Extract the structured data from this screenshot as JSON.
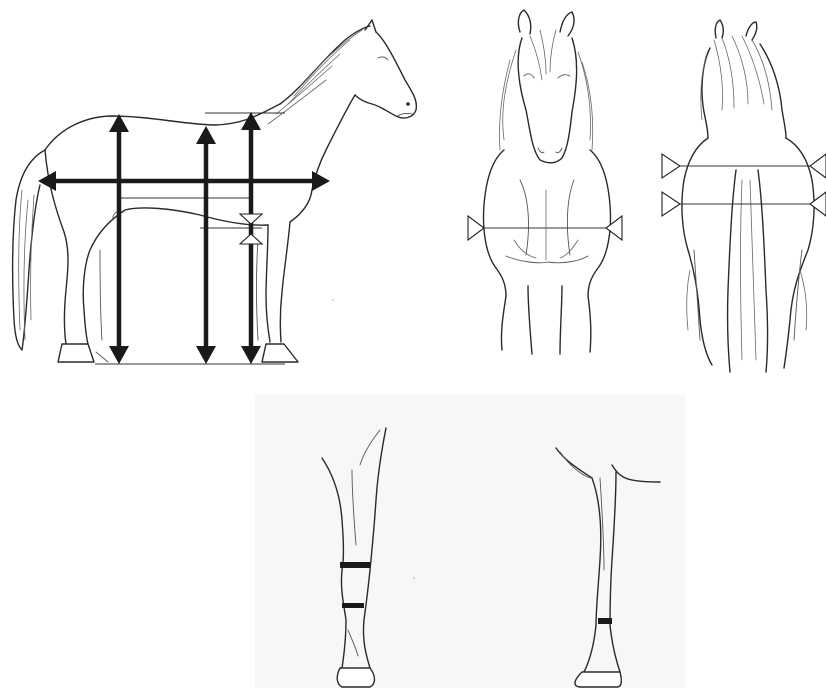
{
  "figure": {
    "panels": [
      {
        "id": "side-view",
        "measurements": [
          "body-length",
          "wither-height",
          "back-height",
          "chest-depth",
          "girth-at-elbow"
        ]
      },
      {
        "id": "front-view",
        "measurements": [
          "chest-width"
        ]
      },
      {
        "id": "rear-view",
        "measurements": [
          "hip-width",
          "thigh-width"
        ]
      },
      {
        "id": "foreleg-front",
        "measurements": [
          "cannon-circumference",
          "fetlock-circumference"
        ]
      },
      {
        "id": "foreleg-side",
        "measurements": [
          "pastern-circumference"
        ]
      }
    ],
    "colors": {
      "ink": "#2a2a2a",
      "arrow": "#1a1a1a",
      "paper": "#ffffff"
    }
  }
}
